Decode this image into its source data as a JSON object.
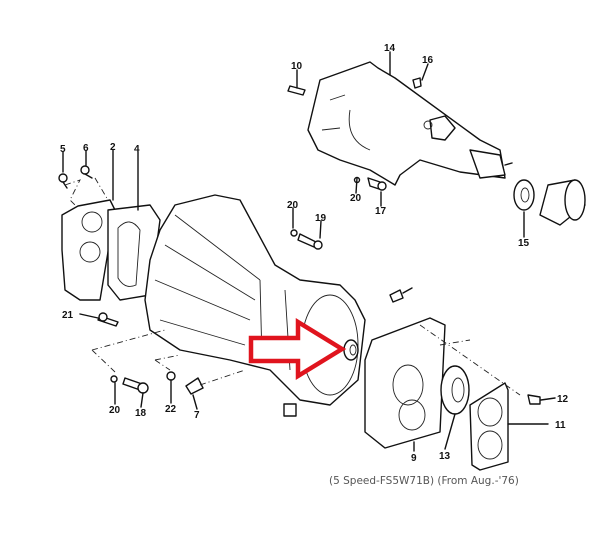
{
  "diagram": {
    "caption": "(5 Speed-FS5W71B) (From Aug.-'76)",
    "highlight_color": "#e0141e",
    "part_labels": [
      {
        "id": "p10",
        "text": "10"
      },
      {
        "id": "p14",
        "text": "14"
      },
      {
        "id": "p16",
        "text": "16"
      },
      {
        "id": "p5",
        "text": "5"
      },
      {
        "id": "p6",
        "text": "6"
      },
      {
        "id": "p2",
        "text": "2"
      },
      {
        "id": "p4",
        "text": "4"
      },
      {
        "id": "p20a",
        "text": "20"
      },
      {
        "id": "p19",
        "text": "19"
      },
      {
        "id": "p20b",
        "text": "20"
      },
      {
        "id": "p17",
        "text": "17"
      },
      {
        "id": "p15",
        "text": "15"
      },
      {
        "id": "p21",
        "text": "21"
      },
      {
        "id": "p20c",
        "text": "20"
      },
      {
        "id": "p18",
        "text": "18"
      },
      {
        "id": "p22",
        "text": "22"
      },
      {
        "id": "p7",
        "text": "7"
      },
      {
        "id": "p9",
        "text": "9"
      },
      {
        "id": "p13",
        "text": "13"
      },
      {
        "id": "p12",
        "text": "12"
      },
      {
        "id": "p11",
        "text": "11"
      }
    ]
  }
}
